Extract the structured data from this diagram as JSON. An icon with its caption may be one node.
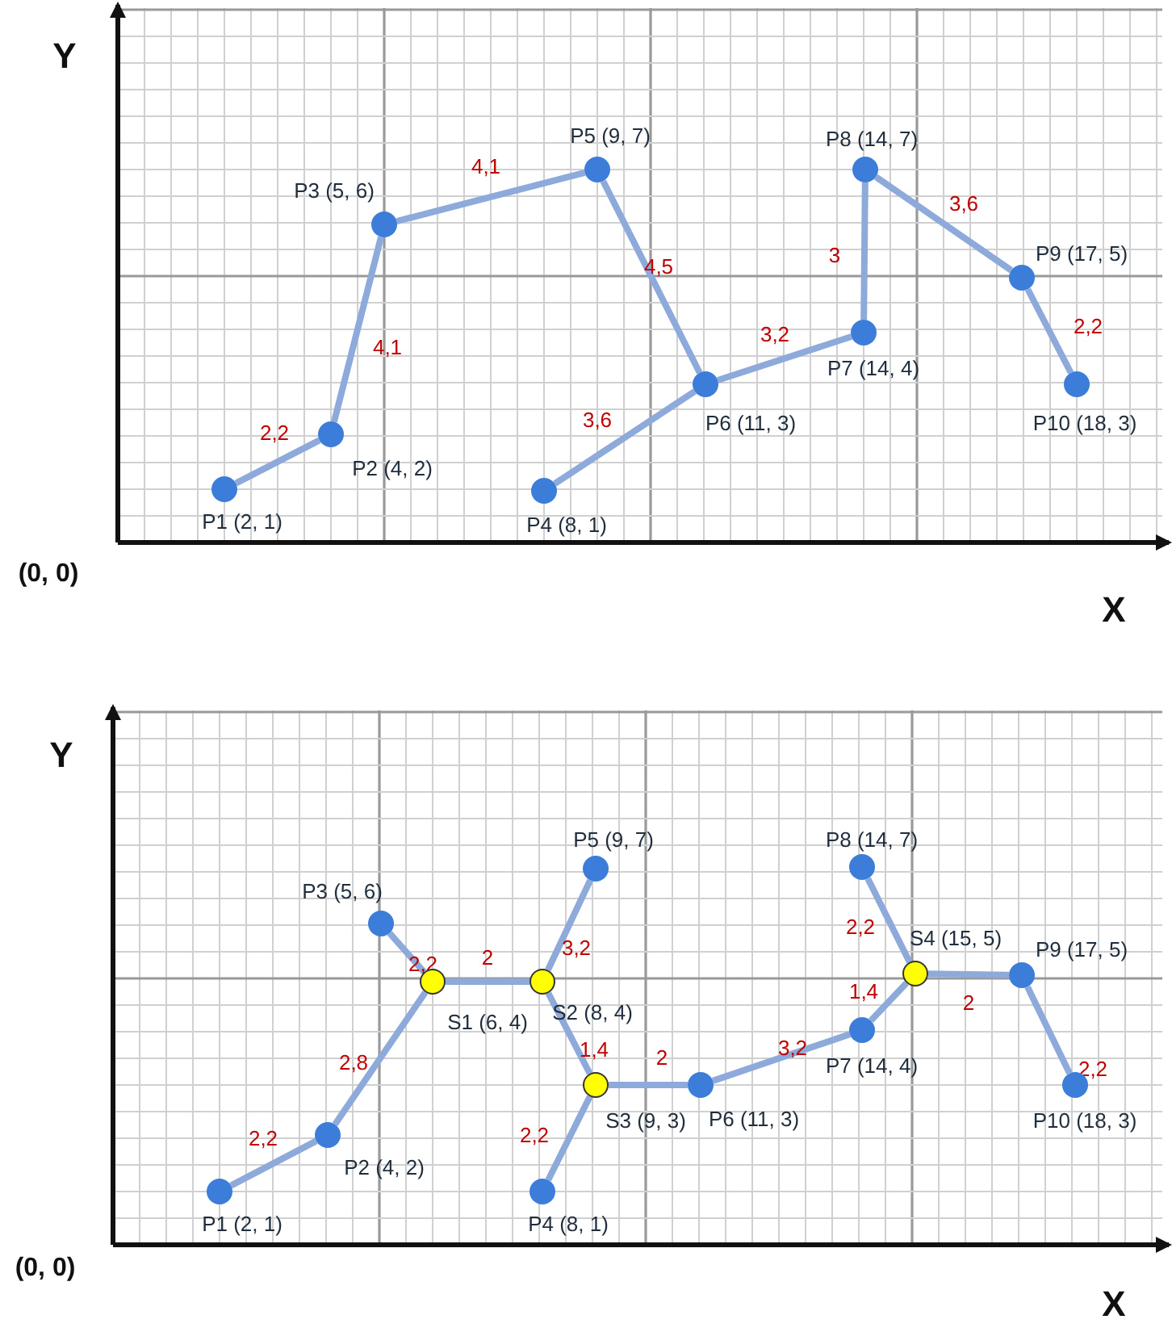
{
  "diagram": {
    "nodes": [
      {
        "text": [],
        "shape": "circle",
        "beside": [
          "P1 (2, 1)"
        ]
      },
      {
        "text": [],
        "shape": "circle",
        "beside": [
          "P2 (4, 2)"
        ]
      },
      {
        "text": [],
        "shape": "circle",
        "beside": [
          "P3 (5, 6)"
        ]
      },
      {
        "text": [],
        "shape": "circle",
        "beside": [
          "P4 (8, 1)"
        ]
      },
      {
        "text": [],
        "shape": "circle",
        "beside": [
          "P5 (9, 7)"
        ]
      },
      {
        "text": [],
        "shape": "circle",
        "beside": [
          "P6 (11, 3)"
        ]
      },
      {
        "text": [],
        "shape": "circle",
        "beside": [
          "P7 (14, 4)"
        ]
      },
      {
        "text": [],
        "shape": "circle",
        "beside": [
          "P8 (14, 7)"
        ]
      },
      {
        "text": [],
        "shape": "circle",
        "beside": [
          "P9 (17, 5)"
        ]
      },
      {
        "text": [],
        "shape": "circle",
        "beside": [
          "P10 (18, 3)"
        ]
      },
      {
        "text": [],
        "shape": "circle",
        "beside": [
          "P1 (2, 1)"
        ]
      },
      {
        "text": [],
        "shape": "circle",
        "beside": [
          "P2 (4, 2)"
        ]
      },
      {
        "text": [],
        "shape": "circle",
        "beside": [
          "P3 (5, 6)"
        ]
      },
      {
        "text": [],
        "shape": "circle",
        "beside": [
          "P4 (8, 1)"
        ]
      },
      {
        "text": [],
        "shape": "circle",
        "beside": [
          "P5 (9, 7)"
        ]
      },
      {
        "text": [],
        "shape": "circle",
        "beside": [
          "P6 (11, 3)"
        ]
      },
      {
        "text": [],
        "shape": "circle",
        "beside": [
          "P7 (14, 4)"
        ]
      },
      {
        "text": [],
        "shape": "circle",
        "beside": [
          "P8 (14, 7)"
        ]
      },
      {
        "text": [],
        "shape": "circle",
        "beside": [
          "P9 (17, 5)"
        ]
      },
      {
        "text": [],
        "shape": "circle",
        "beside": [
          "P10 (18, 3)"
        ]
      },
      {
        "text": [],
        "shape": "circle",
        "beside": [
          "S1 (6, 4)"
        ]
      },
      {
        "text": [],
        "shape": "circle",
        "beside": [
          "S2 (8, 4)"
        ]
      },
      {
        "text": [],
        "shape": "circle",
        "beside": [
          "S3 (9, 3)"
        ]
      },
      {
        "text": [],
        "shape": "circle",
        "beside": [
          "S4 (15, 5)"
        ]
      }
    ],
    "edges": [
      {
        "from": 0,
        "to": 1,
        "arrow": "none",
        "label": "2,2"
      },
      {
        "from": 1,
        "to": 2,
        "arrow": "none",
        "label": "4,1"
      },
      {
        "from": 2,
        "to": 4,
        "arrow": "none",
        "label": "4,1"
      },
      {
        "from": 4,
        "to": 5,
        "arrow": "none",
        "label": "4,5"
      },
      {
        "from": 3,
        "to": 5,
        "arrow": "none",
        "label": "3,6"
      },
      {
        "from": 5,
        "to": 6,
        "arrow": "none",
        "label": "3,2"
      },
      {
        "from": 6,
        "to": 7,
        "arrow": "none",
        "label": "3"
      },
      {
        "from": 7,
        "to": 8,
        "arrow": "none",
        "label": "3,6"
      },
      {
        "from": 8,
        "to": 9,
        "arrow": "none",
        "label": "2,2"
      },
      {
        "from": 10,
        "to": 11,
        "arrow": "none",
        "label": "2,2"
      },
      {
        "from": 11,
        "to": 20,
        "arrow": "none",
        "label": "2,8"
      },
      {
        "from": 12,
        "to": 20,
        "arrow": "none",
        "label": "2,2"
      },
      {
        "from": 20,
        "to": 21,
        "arrow": "none",
        "label": "2"
      },
      {
        "from": 14,
        "to": 21,
        "arrow": "none",
        "label": "3,2"
      },
      {
        "from": 21,
        "to": 22,
        "arrow": "none",
        "label": "1,4"
      },
      {
        "from": 13,
        "to": 22,
        "arrow": "none",
        "label": "2,2"
      },
      {
        "from": 22,
        "to": 15,
        "arrow": "none",
        "label": "2"
      },
      {
        "from": 15,
        "to": 16,
        "arrow": "none",
        "label": "3,2"
      },
      {
        "from": 16,
        "to": 23,
        "arrow": "none",
        "label": "1,4"
      },
      {
        "from": 17,
        "to": 23,
        "arrow": "none",
        "label": "2,2"
      },
      {
        "from": 23,
        "to": 18,
        "arrow": "none",
        "label": "2"
      },
      {
        "from": 18,
        "to": 19,
        "arrow": "none",
        "label": "2,2"
      }
    ],
    "labels": [
      "Y",
      "(0, 0)",
      "X",
      "Y",
      "(0, 0)",
      "X"
    ]
  }
}
